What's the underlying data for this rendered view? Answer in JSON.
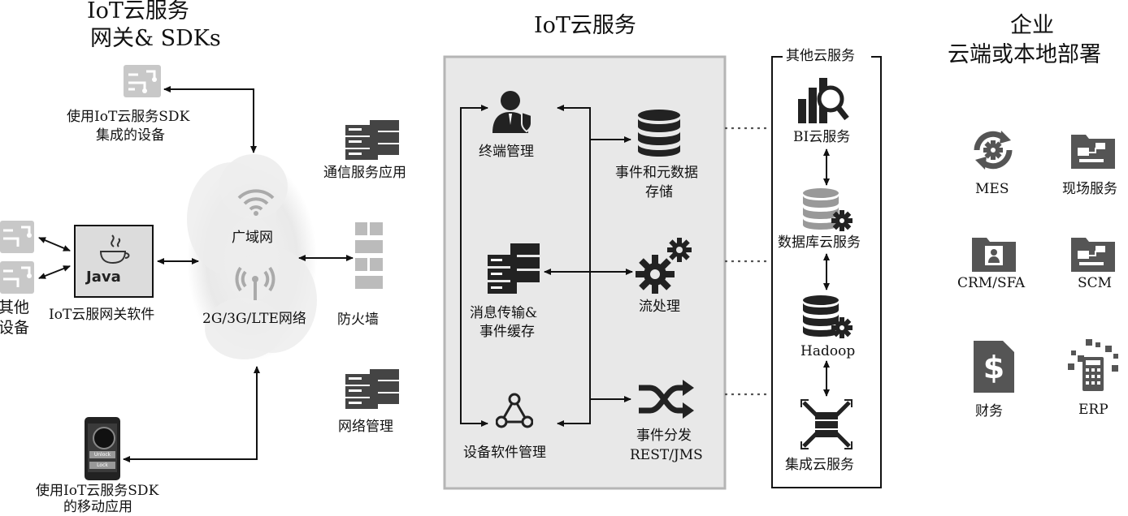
{
  "left": {
    "title_line1": "IoT云服务",
    "title_line2": "网关& SDKs",
    "sdk_device_line1": "使用IoT云服务SDK",
    "sdk_device_line2": "集成的设备",
    "other_device_line1": "其他",
    "other_device_line2": "设备",
    "gateway_label": "IoT云服网关软件",
    "gateway_logo_text": "Java",
    "mobile_line1": "使用IoT云服务SDK",
    "mobile_line2": "的移动应用",
    "phone_btn1": "Unlock",
    "phone_btn2": "Lock"
  },
  "network": {
    "wan": "广域网",
    "cellular": "2G/3G/LTE网络"
  },
  "edge": {
    "comm_app": "通信服务应用",
    "firewall": "防火墙",
    "net_mgmt": "网络管理"
  },
  "center": {
    "title": "IoT云服务",
    "terminal_mgmt": "终端管理",
    "msg_line1": "消息传输&",
    "msg_line2": "事件缓存",
    "device_sw_mgmt": "设备软件管理",
    "storage_line1": "事件和元数据",
    "storage_line2": "存储",
    "stream": "流处理",
    "dispatch_line1": "事件分发",
    "dispatch_line2": "REST/JMS"
  },
  "other_cloud": {
    "title": "其他云服务",
    "bi": "BI云服务",
    "db": "数据库云服务",
    "hadoop": "Hadoop",
    "integration": "集成云服务"
  },
  "enterprise": {
    "title_line1": "企业",
    "title_line2": "云端或本地部署",
    "mes": "MES",
    "field_service": "现场服务",
    "crm": "CRM/SFA",
    "scm": "SCM",
    "finance": "财务",
    "erp": "ERP"
  }
}
